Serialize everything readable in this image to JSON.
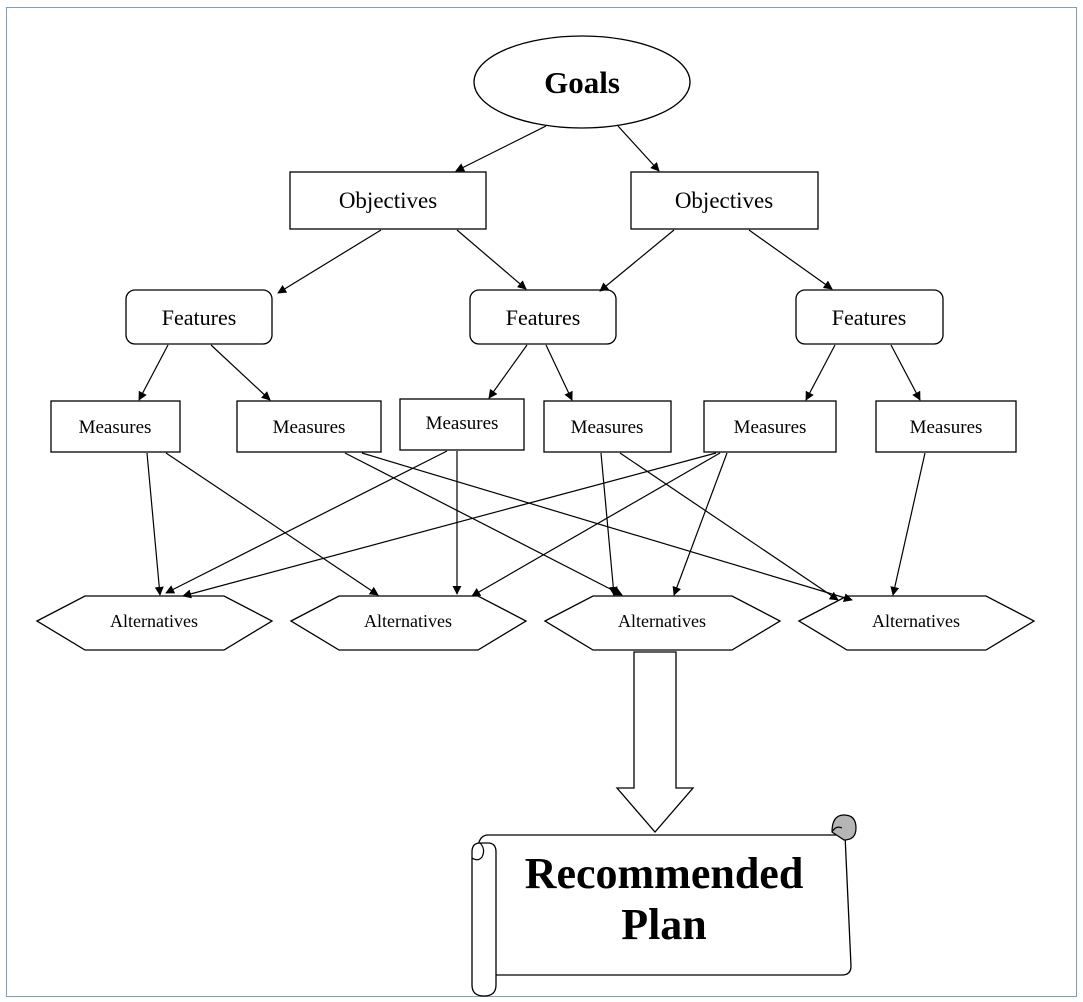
{
  "diagram": {
    "goals": "Goals",
    "objectives": [
      "Objectives",
      "Objectives"
    ],
    "features": [
      "Features",
      "Features",
      "Features"
    ],
    "measures": [
      "Measures",
      "Measures",
      "Measures",
      "Measures",
      "Measures",
      "Measures"
    ],
    "alternatives": [
      "Alternatives",
      "Alternatives",
      "Alternatives",
      "Alternatives"
    ],
    "plan": [
      "Recommended",
      "Plan"
    ]
  }
}
